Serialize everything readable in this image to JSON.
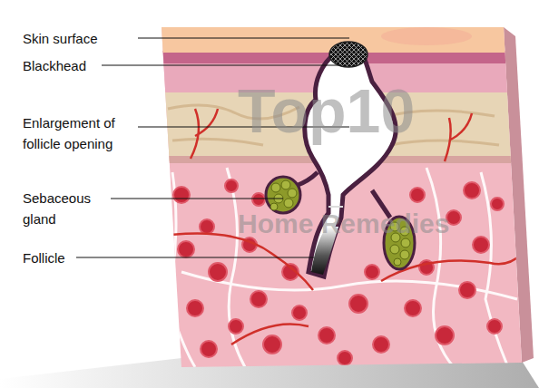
{
  "diagram": {
    "labels": [
      "Skin surface",
      "Blackhead",
      "Enlargement of follicle opening",
      "Sebaceous gland",
      "Follicle",
      "Top10",
      "Home Remedies"
    ]
  }
}
